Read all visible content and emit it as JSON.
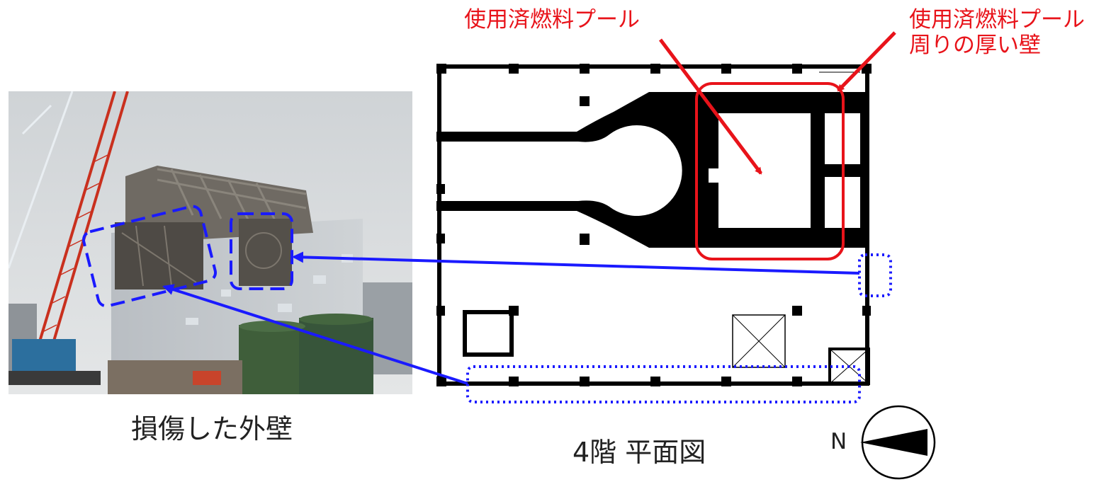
{
  "labels": {
    "pool": "使用済燃料プール",
    "pool_wall_line1": "使用済燃料プール",
    "pool_wall_line2": "周りの厚い壁",
    "photo_caption": "損傷した外壁",
    "plan_caption": "4階 平面図",
    "compass_north": "N"
  },
  "colors": {
    "red_annotation": "#e8131a",
    "blue_annotation": "#1a1aff",
    "wall_black": "#000000"
  }
}
